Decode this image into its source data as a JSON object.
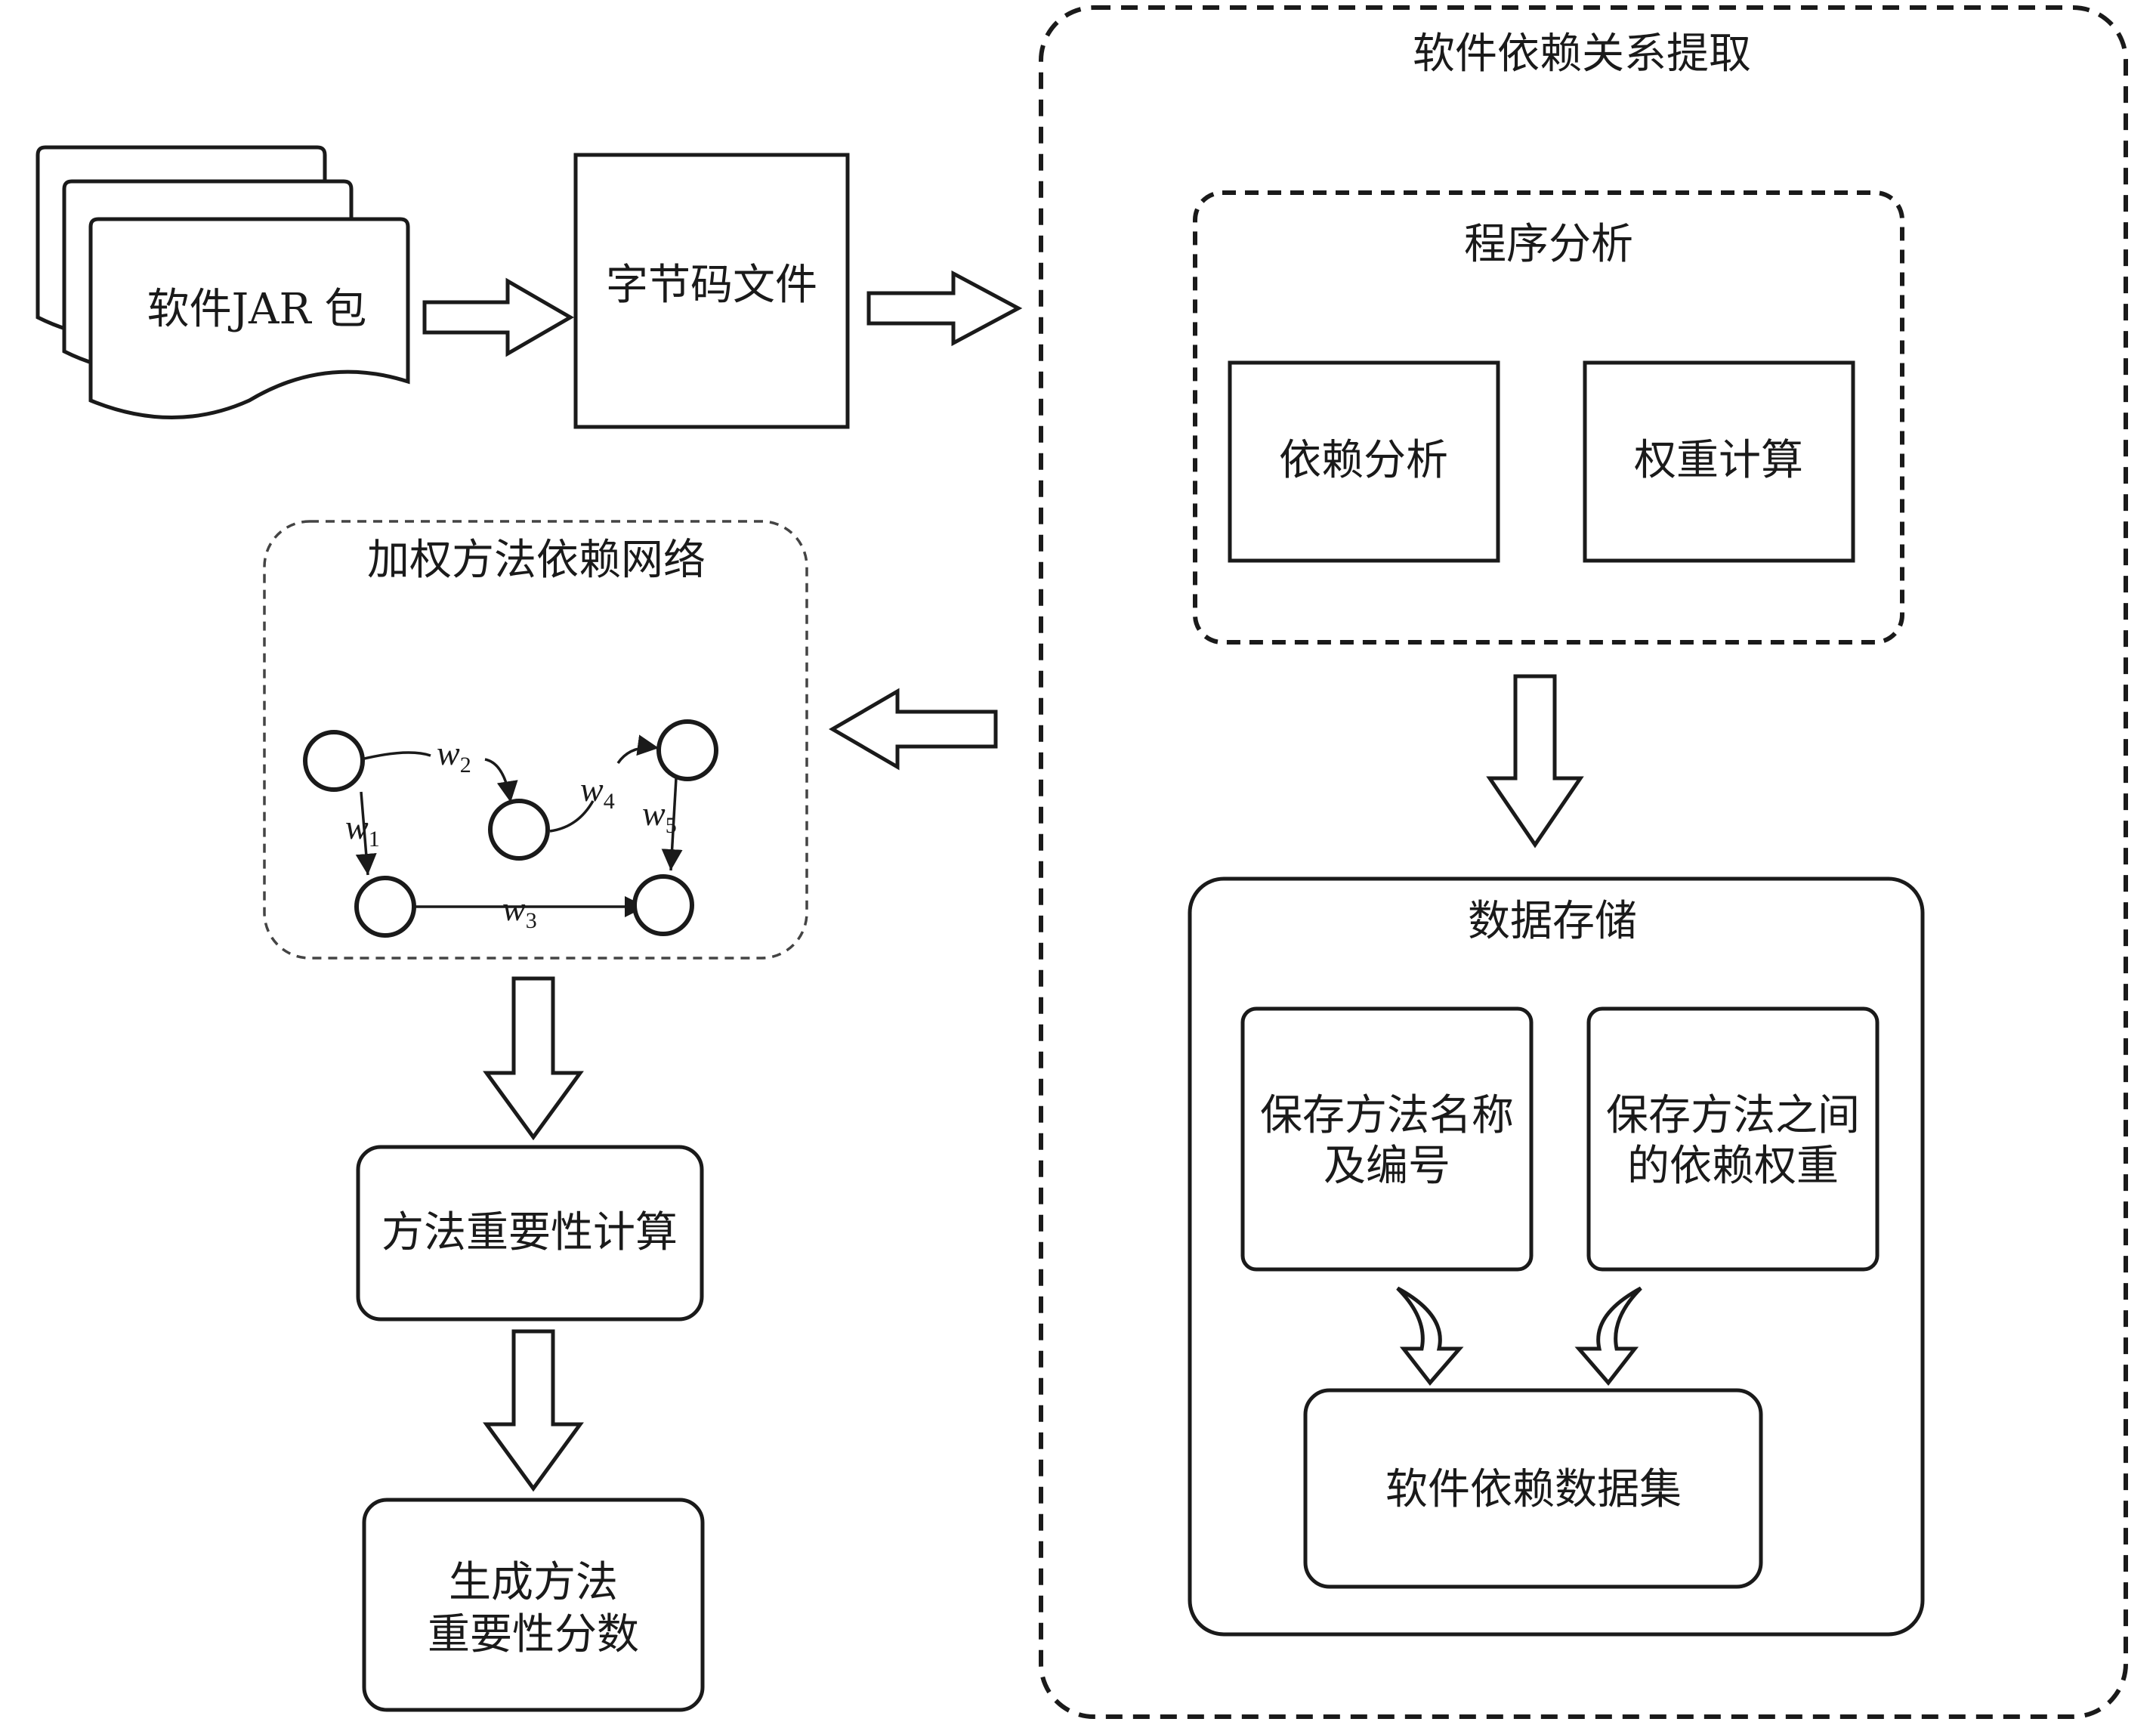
{
  "extraction": {
    "title": "软件依赖关系提取"
  },
  "jar": {
    "label": "软件JAR 包"
  },
  "bytecode": {
    "label": "字节码文件"
  },
  "program_analysis": {
    "title": "程序分析",
    "dependency_label": "依赖分析",
    "weight_label": "权重计算"
  },
  "storage": {
    "title": "数据存储",
    "save_names": [
      "保存方法名称",
      "及编号"
    ],
    "save_weights": [
      "保存方法之间",
      "的依赖权重"
    ],
    "dataset": "软件依赖数据集"
  },
  "network": {
    "title": "加权方法依赖网络",
    "weights": [
      "w",
      "w",
      "w",
      "w",
      "w"
    ],
    "subscripts": [
      "1",
      "2",
      "3",
      "4",
      "5"
    ]
  },
  "importance": {
    "label": "方法重要性计算"
  },
  "score": {
    "lines": [
      "生成方法",
      "重要性分数"
    ]
  }
}
